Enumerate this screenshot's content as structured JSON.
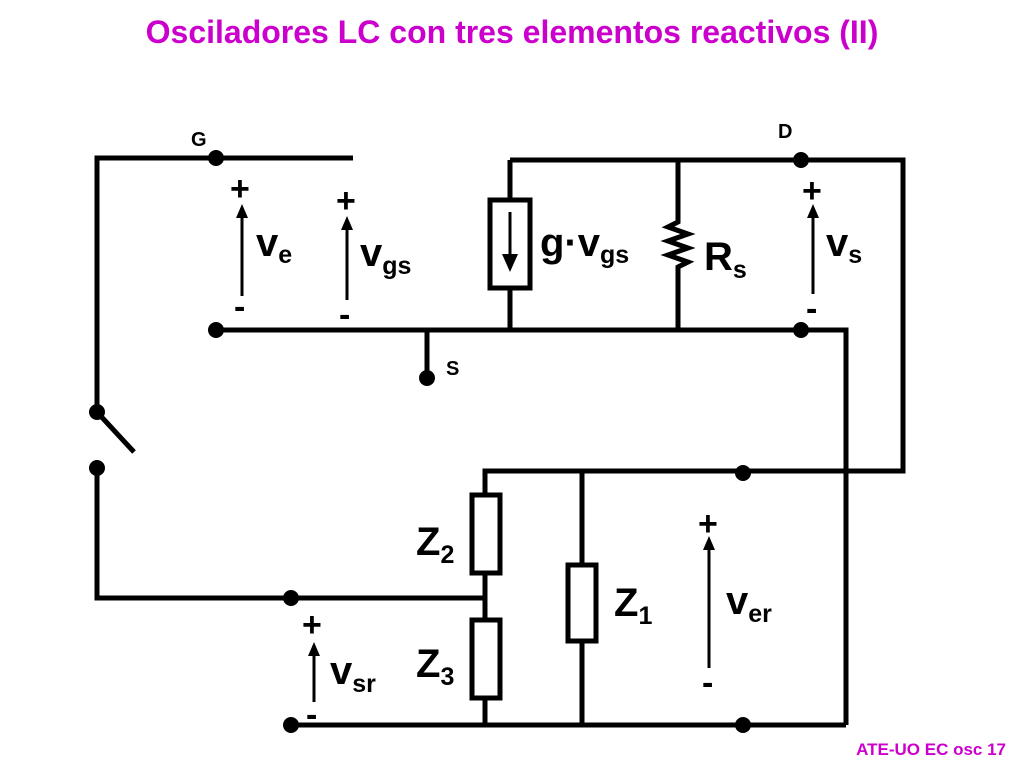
{
  "slide": {
    "title": "Osciladores LC con tres elementos reactivos (II)",
    "footer": "ATE-UO EC osc 17",
    "accent_color": "#cc00cc"
  },
  "nodes": {
    "gate": "G",
    "drain": "D",
    "source": "S"
  },
  "voltages": {
    "ve": {
      "main": "v",
      "sub": "e"
    },
    "vgs": {
      "main": "v",
      "sub": "gs"
    },
    "vs": {
      "main": "v",
      "sub": "s"
    },
    "ver": {
      "main": "v",
      "sub": "er"
    },
    "vsr": {
      "main": "v",
      "sub": "sr"
    }
  },
  "components": {
    "current_source": {
      "main": "g·v",
      "sub": "gs"
    },
    "rs": {
      "main": "R",
      "sub": "s"
    },
    "z1": {
      "main": "Z",
      "sub": "1"
    },
    "z2": {
      "main": "Z",
      "sub": "2"
    },
    "z3": {
      "main": "Z",
      "sub": "3"
    }
  },
  "signs": {
    "plus": "+",
    "minus": "-"
  }
}
